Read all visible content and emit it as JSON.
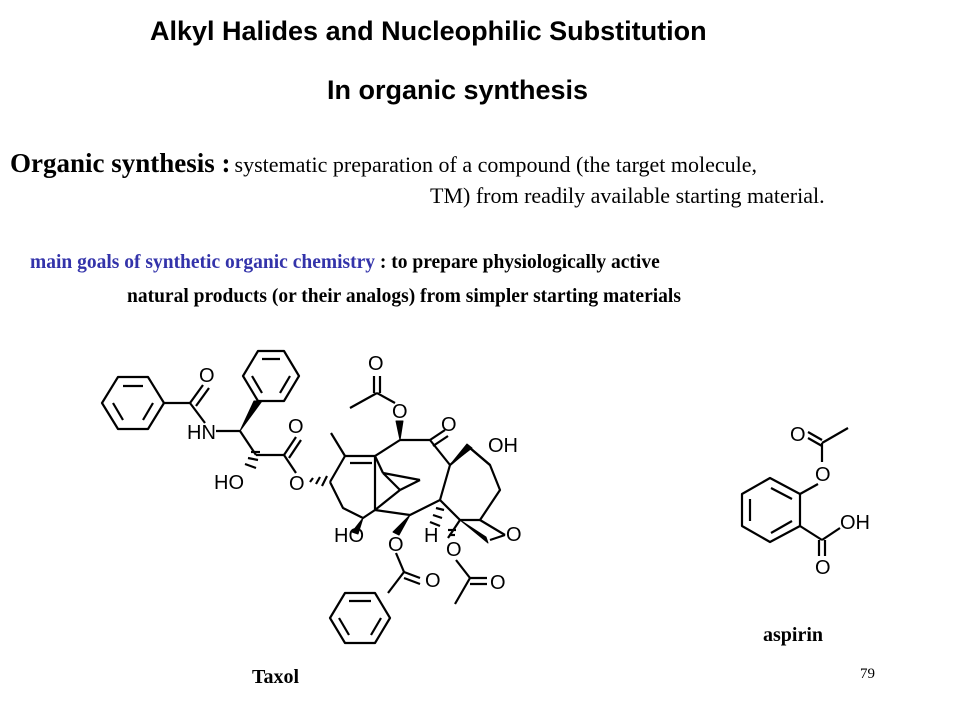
{
  "slide": {
    "title_line1": "Alkyl Halides and Nucleophilic Substitution",
    "title_line2": "In organic synthesis",
    "definition": {
      "term": "Organic synthesis :",
      "text_line1": "systematic preparation of a compound (the target molecule,",
      "text_line2": "TM) from readily available starting material."
    },
    "goals": {
      "label": "main goals of synthetic organic chemistry",
      "text_line1": ": to prepare physiologically active",
      "text_line2": "natural products (or their analogs) from simpler starting materials"
    },
    "taxol": {
      "name": "Taxol",
      "atoms": {
        "o_carbonyl_left": "O",
        "hn": "HN",
        "o_ester_carbonyl": "O",
        "ho_side": "HO",
        "o_ester": "O",
        "o_acetate_top": "O",
        "o_acetyl_link": "O",
        "o_ketone": "O",
        "oh_top": "OH",
        "ho_bottom": "HO",
        "h": "H",
        "o_oxetane": "O",
        "o_benzoate_link": "O",
        "o_benzoate_carbonyl": "O",
        "o_acetate_link": "O",
        "o_acetate_carbonyl": "O"
      }
    },
    "aspirin": {
      "name": "aspirin",
      "atoms": {
        "o_carbonyl": "O",
        "o_ester": "O",
        "oh": "OH",
        "o_acid": "O"
      }
    },
    "page_number": "79",
    "colors": {
      "text": "#000000",
      "highlight": "#3333aa"
    }
  }
}
